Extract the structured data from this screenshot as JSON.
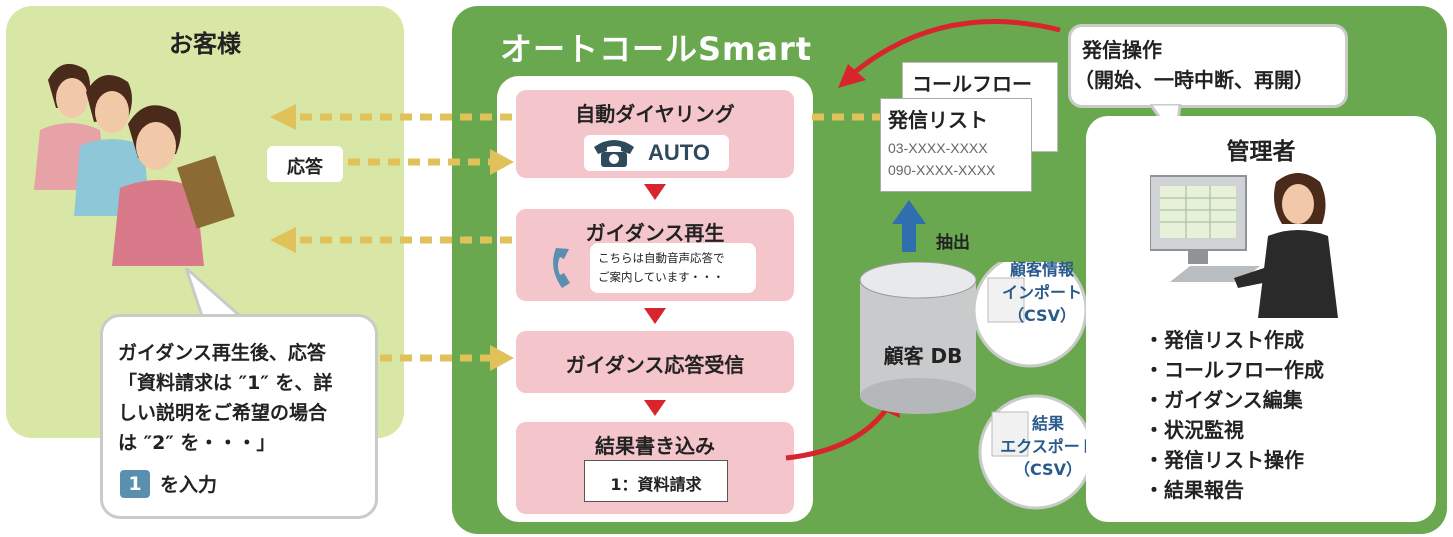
{
  "customer": {
    "title": "お客様",
    "response_tag": "応答",
    "callout_lines": [
      "ガイダンス再生後、応答",
      "「資料請求は ″1″ を、詳",
      "しい説明をご希望の場合",
      "は ″2″ を・・・」"
    ],
    "key_digit": "1",
    "key_suffix": "を入力"
  },
  "system": {
    "title": "オートコールSmart",
    "steps": {
      "dial": {
        "label": "自動ダイヤリング",
        "badge": "AUTO"
      },
      "guidance": {
        "label": "ガイダンス再生",
        "message_line1": "こちらは自動音声応答で",
        "message_line2": "ご案内しています・・・"
      },
      "receive": {
        "label": "ガイダンス応答受信"
      },
      "write": {
        "label": "結果書き込み",
        "result": "1：資料請求"
      }
    },
    "call_flow_label": "コールフロー",
    "call_list": {
      "label": "発信リスト",
      "numbers": [
        "03-XXXX-XXXX",
        "090-XXXX-XXXX"
      ]
    },
    "extract_label": "抽出",
    "db_label": "顧客 DB",
    "import_bubble": [
      "顧客情報",
      "インポート",
      "（CSV）"
    ],
    "export_bubble": [
      "結果",
      "エクスポート",
      "（CSV）"
    ]
  },
  "admin": {
    "operation_lines": [
      "発信操作",
      "（開始、一時中断、再開）"
    ],
    "title": "管理者",
    "tasks": [
      "・発信リスト作成",
      "・コールフロー作成",
      "・ガイダンス編集",
      "・状況監視",
      "・発信リスト操作",
      "・結果報告"
    ]
  },
  "colors": {
    "customer_bg": "#d9e7a6",
    "system_bg": "#6aa84f",
    "step_bg": "#f4c5cb",
    "dotted_arrow": "#e0c15a",
    "flow_arrow": "#d7242d",
    "extract_arrow": "#2f6fb0"
  }
}
